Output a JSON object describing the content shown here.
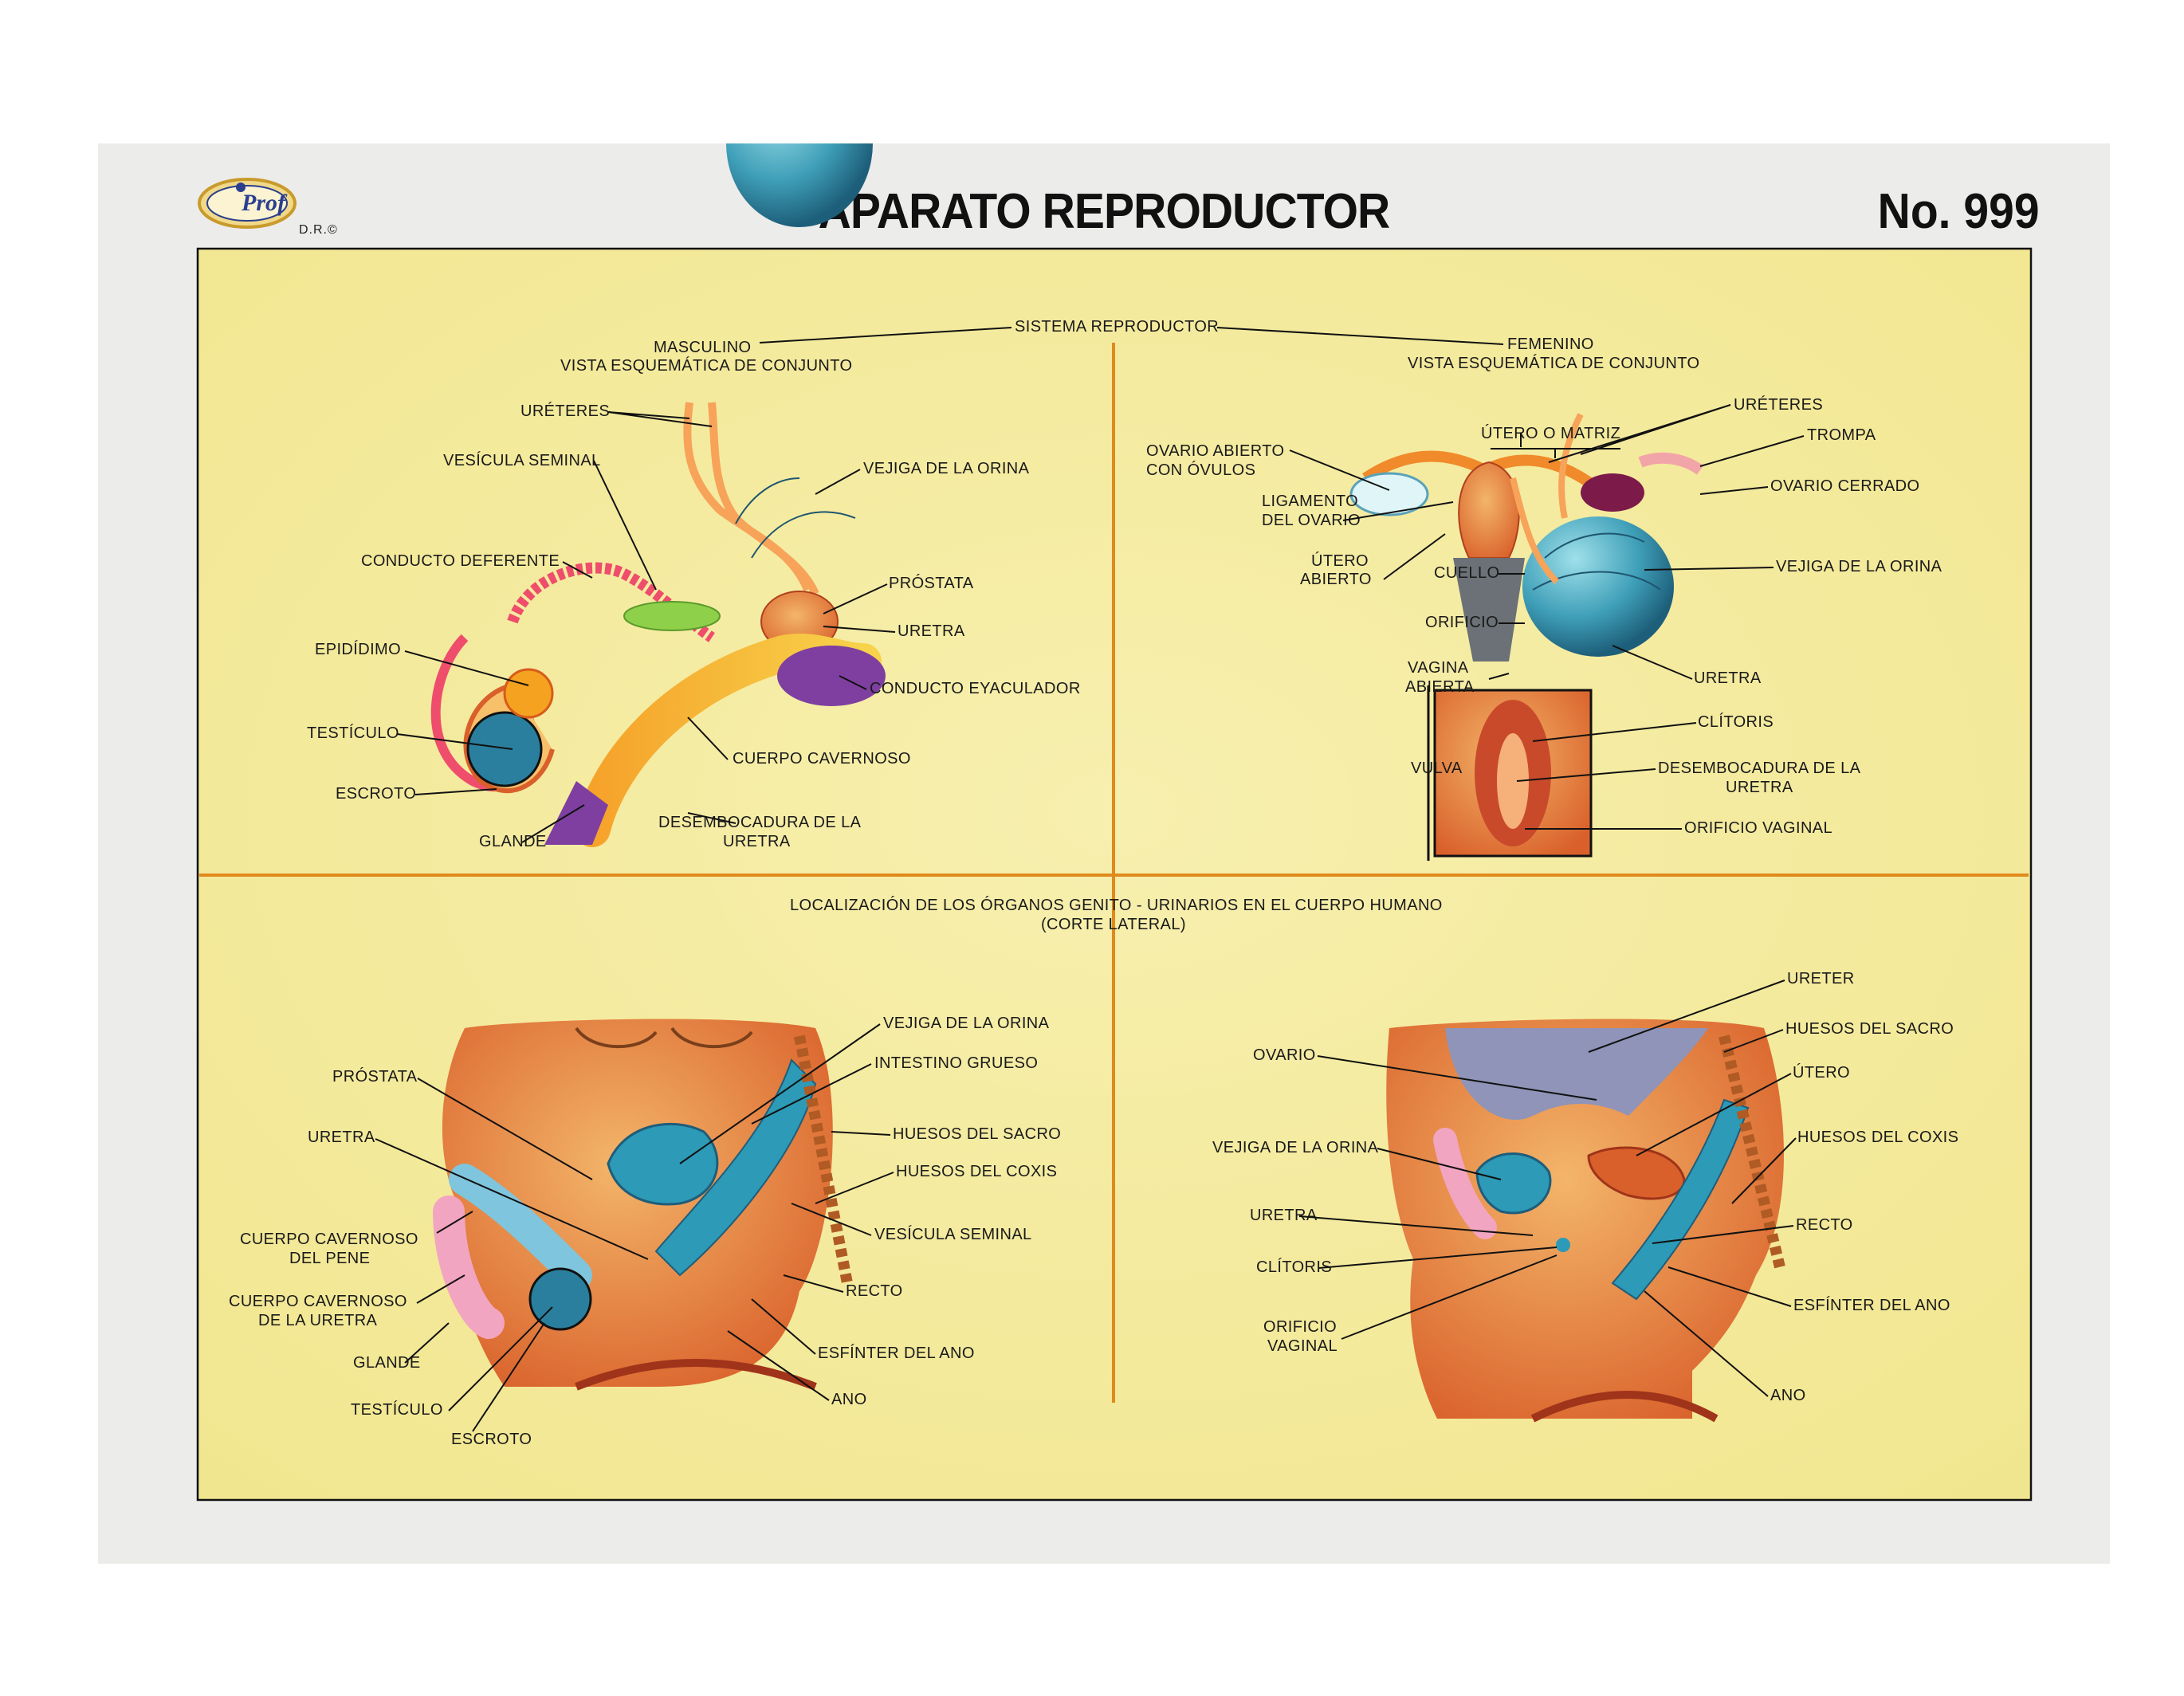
{
  "title": "APARATO REPRODUCTOR",
  "number": "No. 999",
  "copyright": "D.R.©",
  "logo_text": "Prof",
  "colors": {
    "panel": "#f4ec9c",
    "divider": "#e08a1c",
    "sheet": "#ececea"
  },
  "header": {
    "sistema": "SISTEMA REPRODUCTOR",
    "masc_1": "MASCULINO",
    "masc_2": "VISTA ESQUEMÁTICA DE CONJUNTO",
    "fem_1": "FEMENINO",
    "fem_2": "VISTA ESQUEMÁTICA DE CONJUNTO"
  },
  "male_schematic": {
    "ureteres": "URÉTERES",
    "vesicula": "VESÍCULA SEMINAL",
    "conducto_deferente": "CONDUCTO DEFERENTE",
    "epididimo": "EPIDÍDIMO",
    "testiculo": "TESTÍCULO",
    "escroto": "ESCROTO",
    "glande": "GLANDE",
    "desemb_1": "DESEMBOCADURA DE LA",
    "desemb_2": "URETRA",
    "cuerpo_cavernoso": "CUERPO CAVERNOSO",
    "conducto_eyaculador": "CONDUCTO EYACULADOR",
    "uretra": "URETRA",
    "prostata": "PRÓSTATA",
    "vejiga": "VEJIGA DE LA ORINA"
  },
  "female_schematic": {
    "ovario_abierto_1": "OVARIO ABIERTO",
    "ovario_abierto_2": "CON ÓVULOS",
    "ligamento_1": "LIGAMENTO",
    "ligamento_2": "DEL OVARIO",
    "utero_abierto_1": "ÚTERO",
    "utero_abierto_2": "ABIERTO",
    "cuello": "CUELLO",
    "orificio": "ORIFICIO",
    "vagina_1": "VAGINA",
    "vagina_2": "ABIERTA",
    "vulva": "VULVA",
    "utero_matriz": "ÚTERO O MATRIZ",
    "ureteres": "URÉTERES",
    "trompa": "TROMPA",
    "ovario_cerrado": "OVARIO CERRADO",
    "vejiga": "VEJIGA DE LA ORINA",
    "uretra": "URETRA",
    "clitoris": "CLÍTORIS",
    "desemb_1": "DESEMBOCADURA DE LA",
    "desemb_2": "URETRA",
    "orificio_vaginal": "ORIFICIO VAGINAL"
  },
  "lower_header": {
    "line_1": "LOCALIZACIÓN DE LOS ÓRGANOS GENITO - URINARIOS EN EL CUERPO HUMANO",
    "line_2": "(CORTE LATERAL)"
  },
  "male_lateral": {
    "prostata": "PRÓSTATA",
    "uretra": "URETRA",
    "cc_pene_1": "CUERPO CAVERNOSO",
    "cc_pene_2": "DEL PENE",
    "cc_uretra_1": "CUERPO CAVERNOSO",
    "cc_uretra_2": "DE LA URETRA",
    "glande": "GLANDE",
    "testiculo": "TESTÍCULO",
    "escroto": "ESCROTO",
    "vejiga": "VEJIGA DE LA ORINA",
    "intestino": "INTESTINO GRUESO",
    "sacro": "HUESOS DEL SACRO",
    "coxis": "HUESOS DEL COXIS",
    "vesicula": "VESÍCULA SEMINAL",
    "recto": "RECTO",
    "esfinter": "ESFÍNTER DEL ANO",
    "ano": "ANO"
  },
  "female_lateral": {
    "ovario": "OVARIO",
    "vejiga": "VEJIGA DE LA ORINA",
    "uretra": "URETRA",
    "clitoris": "CLÍTORIS",
    "orificio_1": "ORIFICIO",
    "orificio_2": "VAGINAL",
    "ureter": "URETER",
    "sacro": "HUESOS DEL SACRO",
    "utero": "ÚTERO",
    "coxis": "HUESOS DEL COXIS",
    "recto": "RECTO",
    "esfinter": "ESFÍNTER DEL  ANO",
    "ano": "ANO"
  }
}
